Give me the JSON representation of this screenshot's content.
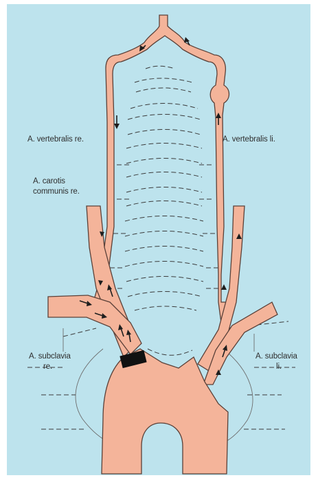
{
  "labels": {
    "vertebralis_right": "A. vertebralis re.",
    "vertebralis_left": "A. vertebralis li.",
    "carotis_line1": "A. carotis",
    "carotis_line2": "communis re.",
    "subclavia_right_line1": "A. subclavia",
    "subclavia_right_line2": "re.",
    "subclavia_left_line1": "A. subclavia",
    "subclavia_left_line2": "li."
  },
  "colors": {
    "background": "#bde3ed",
    "artery": "#f4b49a",
    "occlusion": "#111111",
    "outline": "#5a4038"
  }
}
